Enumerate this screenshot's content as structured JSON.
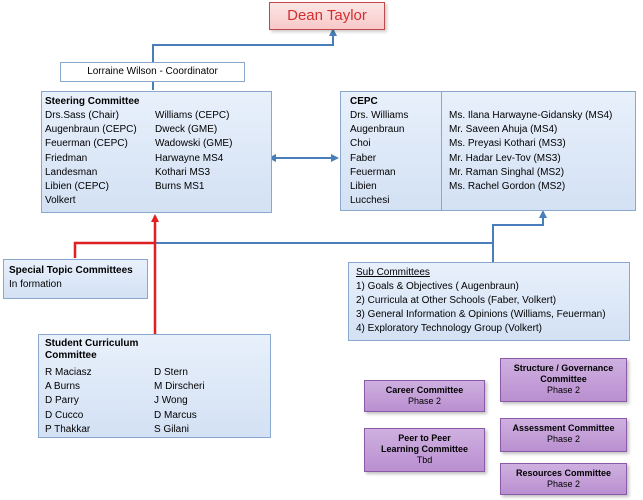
{
  "dean": {
    "name": "Dean Taylor"
  },
  "coordinator": {
    "label": "Lorraine Wilson - Coordinator"
  },
  "steering": {
    "title": "Steering Committee",
    "left": [
      "Drs.Sass (Chair)",
      "Augenbraun (CEPC)",
      "Feuerman (CEPC)",
      "Friedman",
      "Landesman",
      "Libien (CEPC)",
      "Volkert"
    ],
    "right": [
      "Williams (CEPC)",
      "Dweck (GME)",
      "Wadowski (GME)",
      "Harwayne MS4",
      "Kothari MS3",
      "Burns MS1"
    ]
  },
  "cepc": {
    "title": "CEPC",
    "left": [
      "Drs. Williams",
      "Augenbraun",
      "Choi",
      "Faber",
      "Feuerman",
      "Libien",
      "Lucchesi"
    ],
    "right": [
      "Ms. Ilana Harwayne-Gidansky (MS4)",
      "Mr. Saveen Ahuja (MS4)",
      "Ms. Preyasi Kothari (MS3)",
      "Mr. Hadar Lev-Tov (MS3)",
      "Mr. Raman Singhal (MS2)",
      "Ms. Rachel Gordon (MS2)"
    ]
  },
  "special": {
    "title": "Special Topic Committees",
    "status": "In formation"
  },
  "sub": {
    "title": "Sub Committees",
    "items": [
      "1) Goals & Objectives ( Augenbraun)",
      "2) Curricula at Other Schools (Faber, Volkert)",
      "3) General Information & Opinions (Williams, Feuerman)",
      "4) Exploratory Technology Group (Volkert)"
    ]
  },
  "student": {
    "title_line1": "Student Curriculum",
    "title_line2": "Committee",
    "left": [
      "R Maciasz",
      "A Burns",
      "D Parry",
      "D Cucco",
      "P Thakkar"
    ],
    "right": [
      "D Stern",
      "M Dirscheri",
      "J Wong",
      "D Marcus",
      "S Gilani"
    ]
  },
  "phase_committees": [
    {
      "name": "Career Committee",
      "phase": "Phase 2"
    },
    {
      "name": "Peer to Peer Learning Committee",
      "phase": "Tbd"
    },
    {
      "name": "Structure / Governance Committee",
      "phase": "Phase 2"
    },
    {
      "name": "Assessment Committee",
      "phase": "Phase 2"
    },
    {
      "name": "Resources Committee",
      "phase": "Phase 2"
    }
  ],
  "colors": {
    "blue_line": "#4a7ebb",
    "red_line": "#e02020",
    "dean_text": "#d03030",
    "purple": "#b98fd0"
  }
}
